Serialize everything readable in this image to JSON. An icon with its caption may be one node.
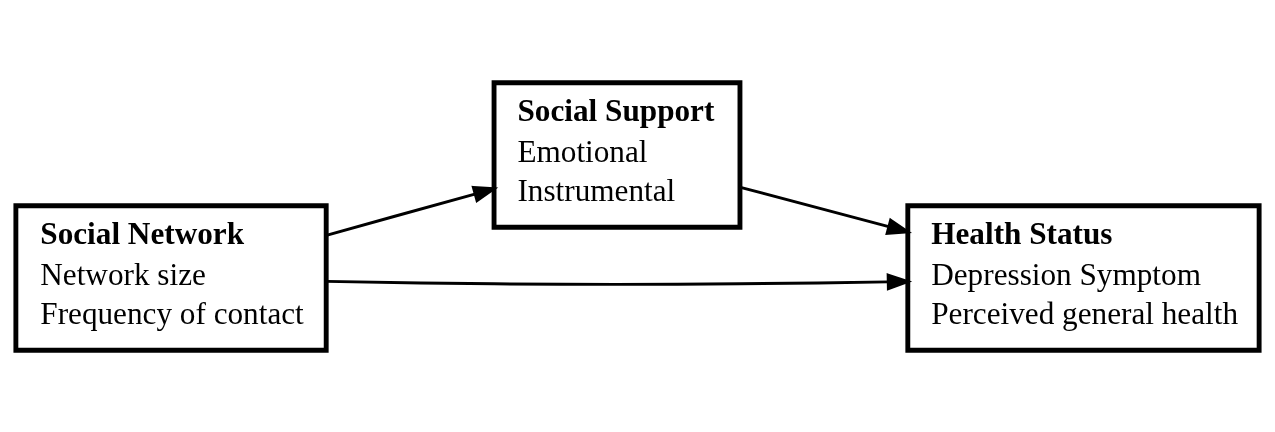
{
  "diagram": {
    "nodes": [
      {
        "text": [
          "Social Network",
          "Network size",
          "Frequency of contact"
        ]
      },
      {
        "text": [
          "Social Support",
          "Emotional",
          "Instrumental"
        ]
      },
      {
        "text": [
          "Health Status",
          "Depression Symptom",
          "Perceived general health"
        ]
      }
    ],
    "edges": [
      {
        "from": 0,
        "to": 1,
        "arrow": "to"
      },
      {
        "from": 1,
        "to": 2,
        "arrow": "to"
      },
      {
        "from": 0,
        "to": 2,
        "arrow": "to"
      }
    ]
  }
}
